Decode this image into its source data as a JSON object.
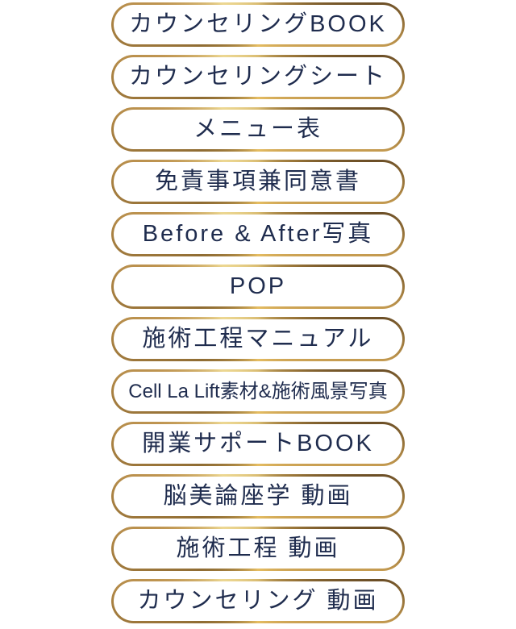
{
  "page": {
    "background_color": "#ffffff"
  },
  "theme": {
    "text_color": "#1f2c4e",
    "button_fill_color": "#ffffff",
    "border_gold_light": "#ecd792",
    "border_gold_mid": "#c59b50",
    "border_gold_dark": "#6b4e26"
  },
  "buttons": [
    {
      "label": "カウンセリングBOOK"
    },
    {
      "label": "カウンセリングシート"
    },
    {
      "label": "メニュー表"
    },
    {
      "label": "免責事項兼同意書"
    },
    {
      "label": "Before & After写真"
    },
    {
      "label": "POP"
    },
    {
      "label": "施術工程マニュアル"
    },
    {
      "label": "Cell La Lift素材&施術風景写真"
    },
    {
      "label": "開業サポートBOOK"
    },
    {
      "label": "脳美論座学 動画"
    },
    {
      "label": "施術工程 動画"
    },
    {
      "label": "カウンセリング 動画"
    }
  ]
}
